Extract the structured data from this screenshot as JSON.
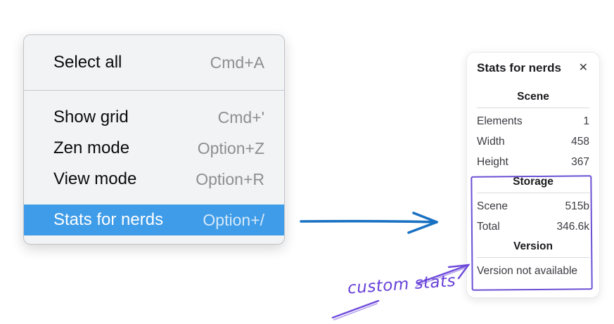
{
  "context_menu": {
    "items": [
      {
        "label": "Select all",
        "shortcut": "Cmd+A"
      },
      {
        "label": "Show grid",
        "shortcut": "Cmd+'"
      },
      {
        "label": "Zen mode",
        "shortcut": "Option+Z"
      },
      {
        "label": "View mode",
        "shortcut": "Option+R"
      },
      {
        "label": "Stats for nerds",
        "shortcut": "Option+/"
      }
    ],
    "highlighted_item": "Stats for nerds",
    "colors": {
      "highlight": "#3f9ce8",
      "background": "#f2f3f4"
    }
  },
  "stats_panel": {
    "title": "Stats for nerds",
    "close_icon": "✕",
    "sections": [
      {
        "heading": "Scene",
        "rows": [
          {
            "label": "Elements",
            "value": "1"
          },
          {
            "label": "Width",
            "value": "458"
          },
          {
            "label": "Height",
            "value": "367"
          }
        ]
      },
      {
        "heading": "Storage",
        "rows": [
          {
            "label": "Scene",
            "value": "515b"
          },
          {
            "label": "Total",
            "value": "346.6k"
          }
        ]
      },
      {
        "heading": "Version",
        "note": "Version not available"
      }
    ]
  },
  "annotation": {
    "label": "custom stats",
    "color": "#6741d9",
    "box_color": "#6a50d4"
  },
  "pointer_arrow": {
    "color": "#1971c2"
  }
}
